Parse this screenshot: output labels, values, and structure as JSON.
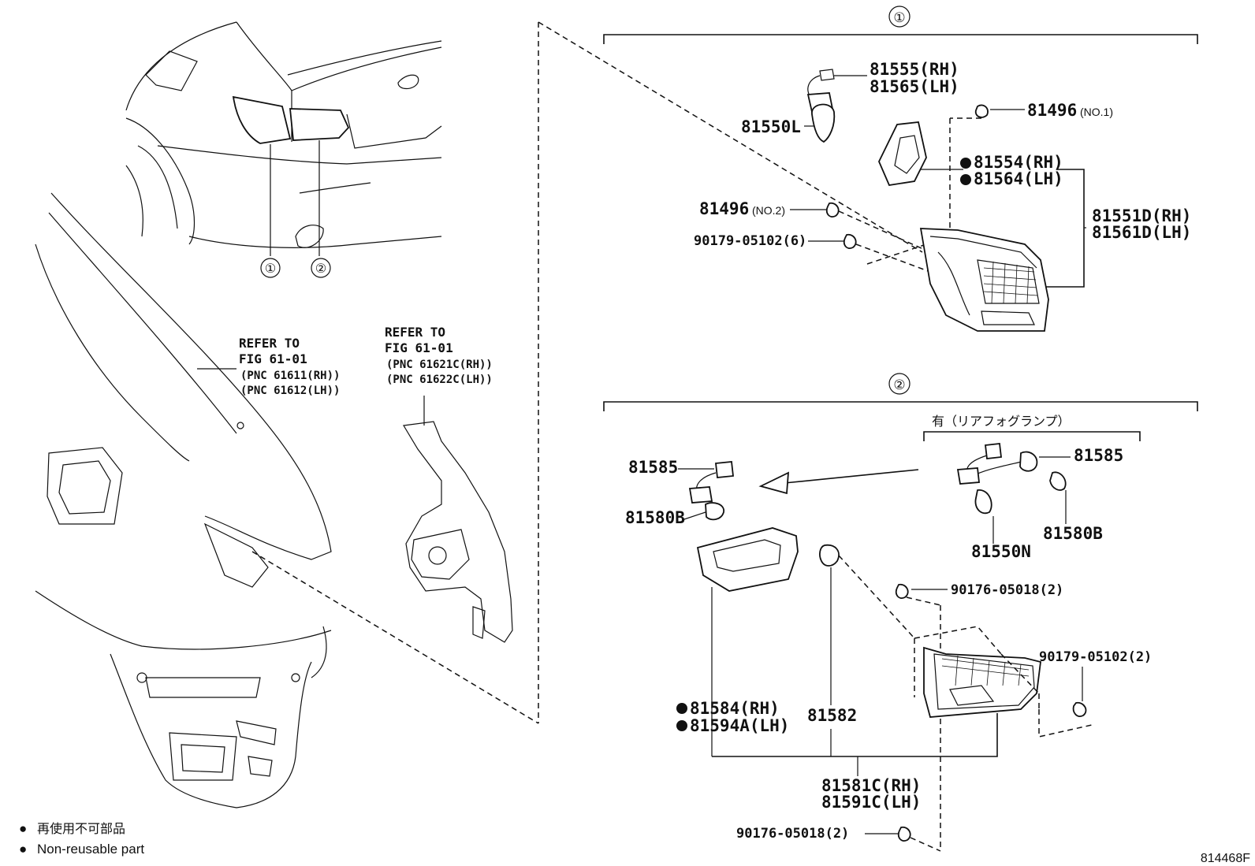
{
  "section1": {
    "marker": "①"
  },
  "section2": {
    "marker": "②",
    "option_label": "有（リアフォグランプ）"
  },
  "overview": {
    "callout1": "①",
    "callout2": "②"
  },
  "refer_left": {
    "line1": "REFER TO",
    "line2": "FIG 61-01",
    "line3": "(PNC 61611(RH))",
    "line4": "(PNC 61612(LH))"
  },
  "refer_right": {
    "line1": "REFER TO",
    "line2": "FIG 61-01",
    "line3": "(PNC 61621C(RH))",
    "line4": "(PNC 61622C(LH))"
  },
  "parts1": {
    "p81555": "81555(RH)",
    "p81565": "81565(LH)",
    "p81496_no1": "81496",
    "p81496_no1_sub": "(NO.1)",
    "p81550L": "81550L",
    "p81554": "81554(RH)",
    "p81564": "81564(LH)",
    "p81496_no2": "81496",
    "p81496_no2_sub": "(NO.2)",
    "p81551D": "81551D(RH)",
    "p81561D": "81561D(LH)",
    "p90179": "90179-05102(6)"
  },
  "parts2": {
    "p81585_left": "81585",
    "p81585_right": "81585",
    "p81580B_left": "81580B",
    "p81580B_right": "81580B",
    "p81550N": "81550N",
    "p90176_top": "90176-05018(2)",
    "p90179": "90179-05102(2)",
    "p81584": "81584(RH)",
    "p81594A": "81594A(LH)",
    "p81582": "81582",
    "p81581C": "81581C(RH)",
    "p81591C": "81591C(LH)",
    "p90176_bottom": "90176-05018(2)"
  },
  "legend": {
    "jp": "再使用不可部品",
    "en": "Non-reusable part",
    "bullet": "●"
  },
  "figure_id": "814468F"
}
